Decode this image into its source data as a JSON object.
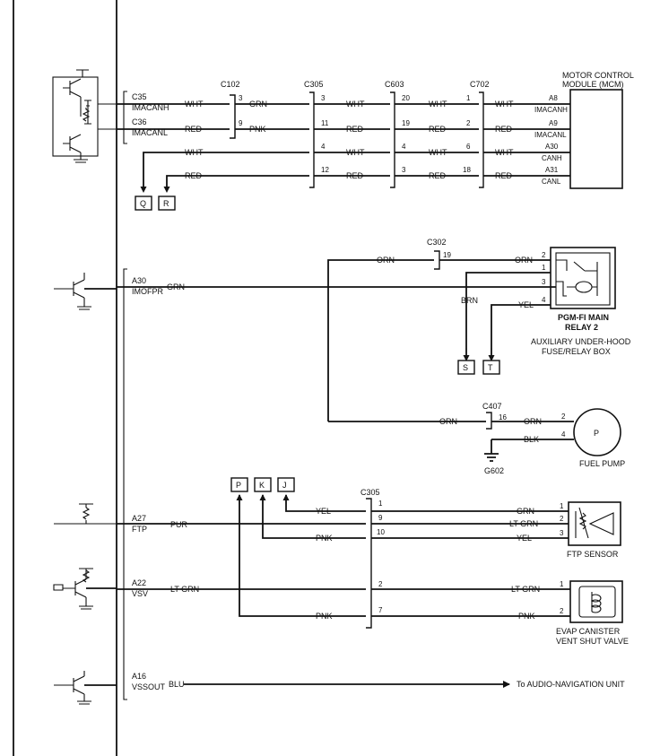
{
  "ecm_pins": {
    "c35": "C35",
    "imacanh": "IMACANH",
    "c36": "C36",
    "imacanl": "IMACANL",
    "a30": "A30",
    "imofpr": "IMOFPR",
    "a27": "A27",
    "ftp": "FTP",
    "a22": "A22",
    "vsv": "VSV",
    "a16": "A16",
    "vssout": "VSSOUT"
  },
  "wire_colors": {
    "wht": "WHT",
    "red": "RED",
    "grn": "GRN",
    "pnk": "PNK",
    "orn": "ORN",
    "brn": "BRN",
    "yel": "YEL",
    "blk": "BLK",
    "pur": "PUR",
    "ltgrn": "LT GRN",
    "blu": "BLU"
  },
  "connectors": {
    "c102": "C102",
    "c305": "C305",
    "c603": "C603",
    "c702": "C702",
    "c302": "C302",
    "c407": "C407",
    "c305b": "C305"
  },
  "pins": {
    "c102_3": "3",
    "c102_9": "9",
    "c305_3": "3",
    "c305_11": "11",
    "c305_4": "4",
    "c305_12": "12",
    "c603_20": "20",
    "c603_19": "19",
    "c603_4": "4",
    "c603_3": "3",
    "c702_1": "1",
    "c702_2": "2",
    "c702_6": "6",
    "c702_18": "18",
    "c302_19": "19",
    "c407_16": "16",
    "relay_2": "2",
    "relay_1": "1",
    "relay_3": "3",
    "relay_4": "4",
    "fp_2": "2",
    "fp_4": "4",
    "c305b_1": "1",
    "c305b_9": "9",
    "c305b_10": "10",
    "c305b_2": "2",
    "c305b_7": "7",
    "ftp_1": "1",
    "ftp_2": "2",
    "ftp_3": "3",
    "evap_1": "1",
    "evap_2": "2"
  },
  "mcm": {
    "title1": "MOTOR CONTROL",
    "title2": "MODULE (MCM)",
    "a8": "A8",
    "imacanh": "IMACANH",
    "a9": "A9",
    "imacanl": "IMACANL",
    "a30": "A30",
    "canh": "CANH",
    "a31": "A31",
    "canl": "CANL"
  },
  "refs": {
    "q": "Q",
    "r": "R",
    "s": "S",
    "t": "T",
    "p": "P",
    "k": "K",
    "j": "J"
  },
  "relay": {
    "name1": "PGM-FI MAIN",
    "name2": "RELAY 2",
    "box1": "AUXILIARY UNDER-HOOD",
    "box2": "FUSE/RELAY BOX"
  },
  "fuel_pump": {
    "symbol": "P",
    "label": "FUEL PUMP"
  },
  "ground": {
    "g602": "G602"
  },
  "ftp_sensor": {
    "label": "FTP SENSOR"
  },
  "evap": {
    "label1": "EVAP CANISTER",
    "label2": "VENT SHUT VALVE"
  },
  "audio": {
    "label": "To AUDIO-NAVIGATION UNIT"
  }
}
